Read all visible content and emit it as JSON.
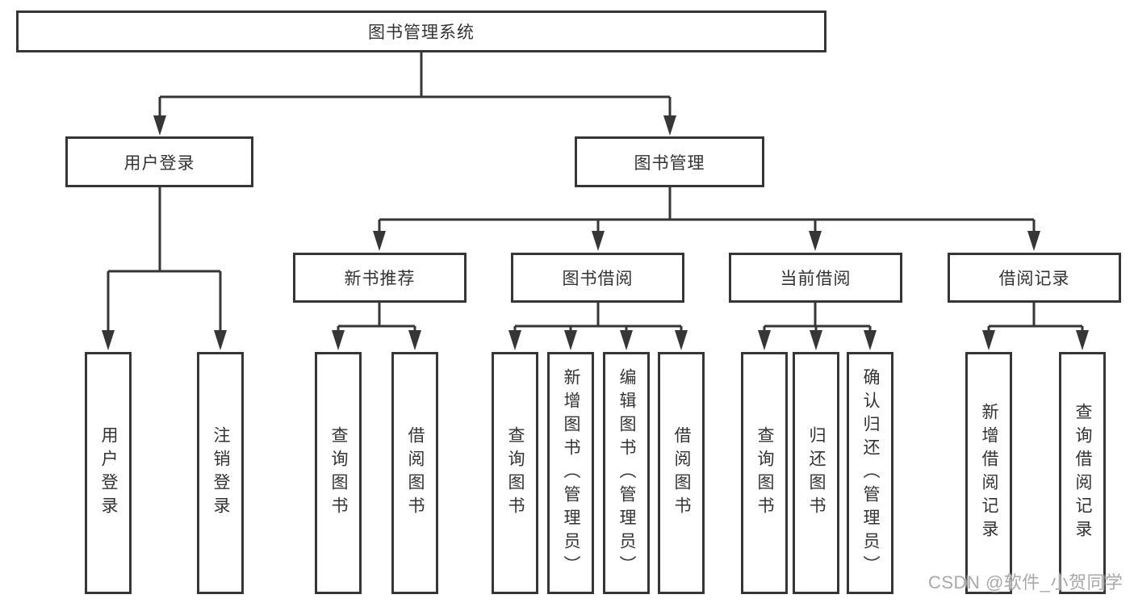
{
  "colors": {
    "line": "#363636",
    "node_border": "#363636",
    "text": "#333333",
    "watermark": "#a9a9a9",
    "background": "#ffffff"
  },
  "tree": {
    "root": {
      "label": "图书管理系统"
    },
    "level2": {
      "user_login": {
        "label": "用户登录"
      },
      "book_mgmt": {
        "label": "图书管理"
      }
    },
    "level3": {
      "new_books": {
        "label": "新书推荐"
      },
      "book_borrow": {
        "label": "图书借阅"
      },
      "current_borrow": {
        "label": "当前借阅"
      },
      "borrow_records": {
        "label": "借阅记录"
      }
    },
    "leaves": {
      "user_login": [
        "用户登录",
        "注销登录"
      ],
      "new_books": [
        "查询图书",
        "借阅图书"
      ],
      "book_borrow": [
        "查询图书",
        "新增图书（管理员）",
        "编辑图书（管理员）",
        "借阅图书"
      ],
      "current_borrow": [
        "查询图书",
        "归还图书",
        "确认归还（管理员）"
      ],
      "borrow_records": [
        "新增借阅记录",
        "查询借阅记录"
      ]
    }
  },
  "watermark": "CSDN @软件_小贺同学"
}
